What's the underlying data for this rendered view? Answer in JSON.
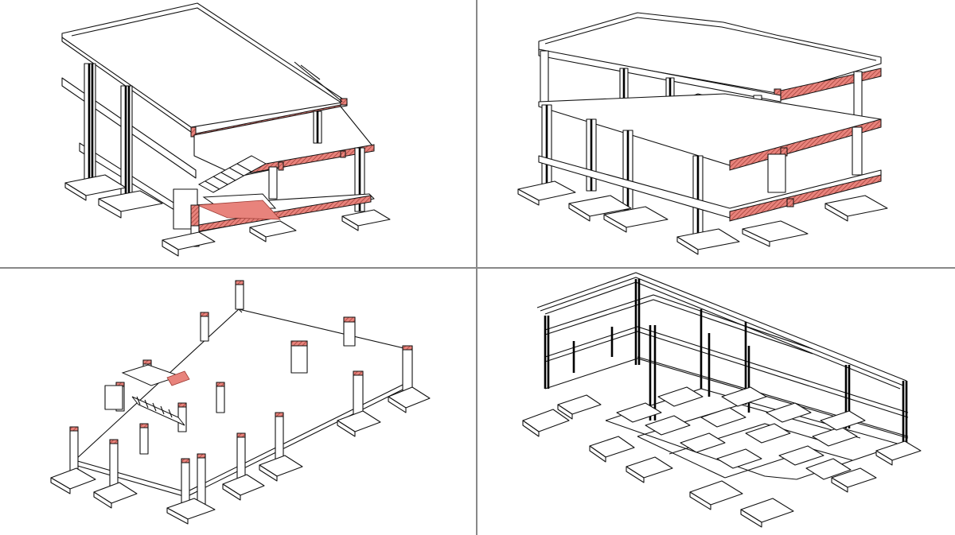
{
  "title": "",
  "views": [
    {
      "id": "partial-section",
      "description_shown": false
    },
    {
      "id": "full-section",
      "description_shown": false
    },
    {
      "id": "ground-frame",
      "description_shown": false
    },
    {
      "id": "foundation-frame",
      "description_shown": false
    }
  ],
  "colors": {
    "line": "#111111",
    "cut_fill": "#e8837c",
    "cut_hatch": "#9c3a33",
    "divider": "#888888",
    "background": "#ffffff"
  }
}
